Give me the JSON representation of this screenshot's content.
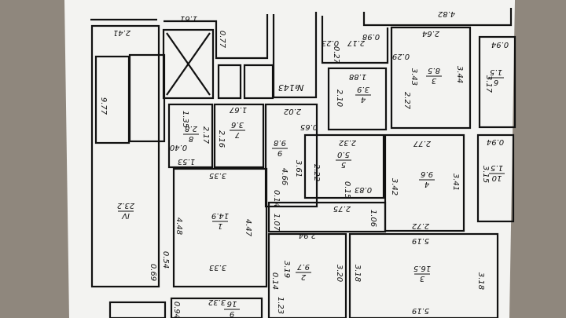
{
  "plan": {
    "apartment_number": "№143",
    "rooms": [
      {
        "number": "IV",
        "area": "23.2"
      },
      {
        "number": "1",
        "area": "14.9"
      },
      {
        "number": "2",
        "area": "9.7"
      },
      {
        "number": "3",
        "area": "16.5"
      },
      {
        "number": "4",
        "area": "9.6"
      },
      {
        "number": "5",
        "area": "5.0"
      },
      {
        "number": "10",
        "area": "1.5"
      },
      {
        "number": "6",
        "area": "1.5"
      },
      {
        "number": "3",
        "area": "8.5"
      },
      {
        "number": "4",
        "area": "3.9"
      },
      {
        "number": "7",
        "area": "3.6"
      },
      {
        "number": "8",
        "area": "2.8"
      },
      {
        "number": "9",
        "area": "9.8"
      },
      {
        "number": "9",
        "area": "16"
      }
    ],
    "dimensions": [
      "2.41",
      "9.77",
      "1.61",
      "0.77",
      "2.02",
      "1.67",
      "1.35",
      "2.17",
      "2.16",
      "0.40",
      "1.53",
      "0.65",
      "3.61",
      "4.66",
      "2.22",
      "2.32",
      "0.83",
      "0.15",
      "2.75",
      "1.06",
      "0.14",
      "1.07",
      "3.35",
      "4.48",
      "4.47",
      "3.33",
      "0.54",
      "0.69",
      "2.94",
      "3.19",
      "3.20",
      "0.14",
      "1.23",
      "3.18",
      "5.19",
      "3.18",
      "5.19",
      "3.32",
      "0.94",
      "2.72",
      "3.42",
      "3.41",
      "3.15",
      "0.94",
      "2.77",
      "2.10",
      "1.88",
      "2.27",
      "3.43",
      "0.29",
      "2.64",
      "3.44",
      "3.17",
      "0.94",
      "4.82",
      "0.98",
      "2.17",
      "0.23",
      "0.27"
    ]
  },
  "colors": {
    "paper": "#f4f4f2",
    "ink": "#111111",
    "background": "#8f877d"
  }
}
